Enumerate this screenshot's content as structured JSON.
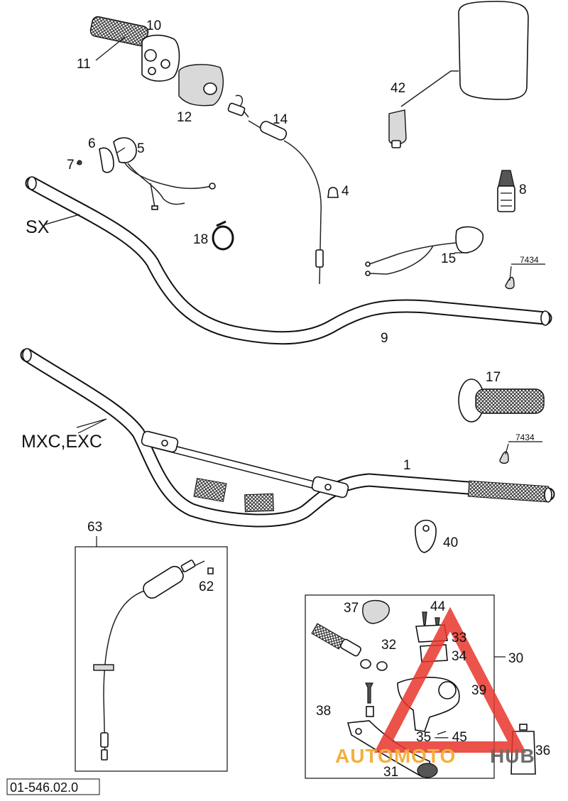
{
  "diagram": {
    "code_label": "01-546.02.0",
    "variants": {
      "sx": "SX",
      "mxc_exc": "MXC,EXC"
    },
    "reference_codes": {
      "upper": "7434",
      "lower": "7434"
    },
    "part_numbers": {
      "p1": "1",
      "p4": "4",
      "p5": "5",
      "p6": "6",
      "p7": "7",
      "p8": "8",
      "p9": "9",
      "p10": "10",
      "p11": "11",
      "p12": "12",
      "p14": "14",
      "p15": "15",
      "p17": "17",
      "p18": "18",
      "p30": "30",
      "p31": "31",
      "p32": "32",
      "p33": "33",
      "p34": "34",
      "p35_45": "35 — 45",
      "p36": "36",
      "p37": "37",
      "p38": "38",
      "p39": "39",
      "p40": "40",
      "p42": "42",
      "p44": "44",
      "p62": "62",
      "p63": "63"
    },
    "watermark": {
      "part1": "AUTOMOTO",
      "part2": "HUB",
      "accent": "#e8352b",
      "secondary": "#f2a31b",
      "tertiary": "#555555"
    }
  }
}
